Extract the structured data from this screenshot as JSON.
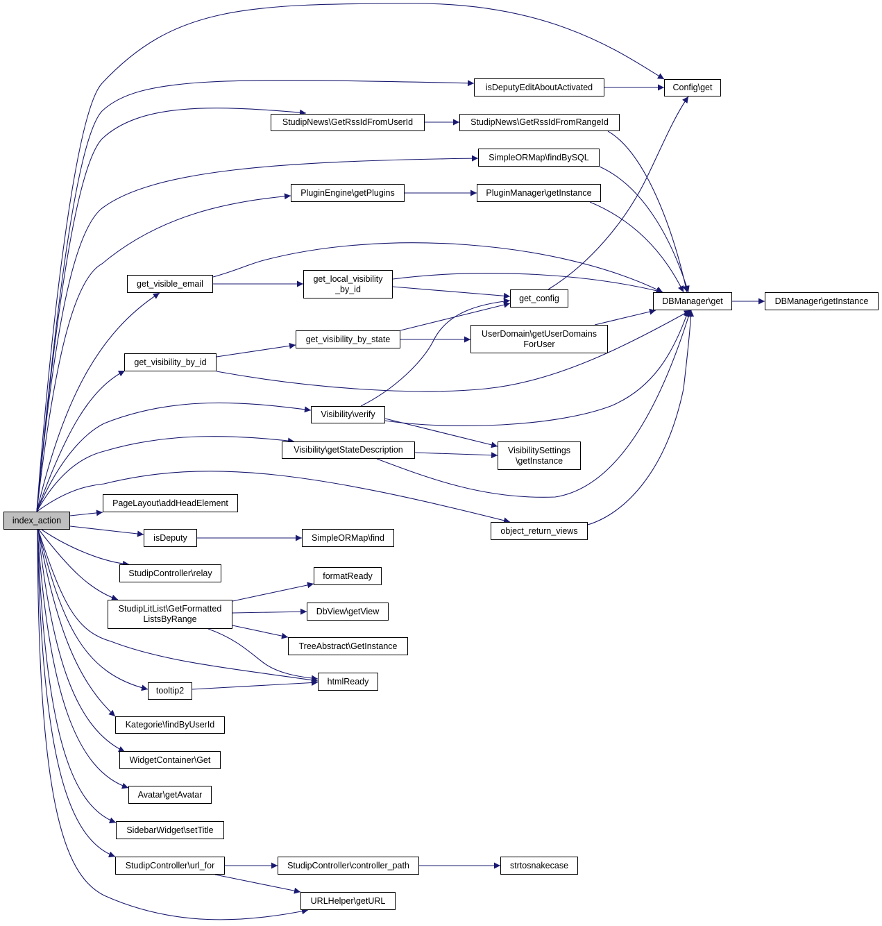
{
  "colors": {
    "edge": "#191970",
    "node_border": "#000000",
    "root_fill": "#bfbfbf"
  },
  "nodes": {
    "index_action": "index_action",
    "config_get": "Config\\get",
    "is_deputy_edit": "isDeputyEditAboutActivated",
    "news_user": "StudipNews\\GetRssIdFromUserId",
    "news_range": "StudipNews\\GetRssIdFromRangeId",
    "orm_findbysql": "SimpleORMap\\findBySQL",
    "plugin_engine": "PluginEngine\\getPlugins",
    "plugin_manager": "PluginManager\\getInstance",
    "visible_email": "get_visible_email",
    "local_visibility": "get_local_visibility\n_by_id",
    "get_config": "get_config",
    "db_get": "DBManager\\get",
    "db_instance": "DBManager\\getInstance",
    "vis_by_state": "get_visibility_by_state",
    "user_domains": "UserDomain\\getUserDomains\nForUser",
    "vis_by_id": "get_visibility_by_id",
    "vis_verify": "Visibility\\verify",
    "vis_state_desc": "Visibility\\getStateDescription",
    "vis_settings": "VisibilitySettings\n\\getInstance",
    "page_layout": "PageLayout\\addHeadElement",
    "object_views": "object_return_views",
    "is_deputy": "isDeputy",
    "orm_find": "SimpleORMap\\find",
    "relay": "StudipController\\relay",
    "format_ready": "formatReady",
    "lit_list": "StudipLitList\\GetFormatted\nListsByRange",
    "db_view": "DbView\\getView",
    "tree_abstract": "TreeAbstract\\GetInstance",
    "html_ready": "htmlReady",
    "tooltip2": "tooltip2",
    "kategorie": "Kategorie\\findByUserId",
    "widget_container": "WidgetContainer\\Get",
    "avatar": "Avatar\\getAvatar",
    "sidebar_widget": "SidebarWidget\\setTitle",
    "url_for": "StudipController\\url_for",
    "controller_path": "StudipController\\controller_path",
    "strtosnakecase": "strtosnakecase",
    "url_helper": "URLHelper\\getURL"
  }
}
